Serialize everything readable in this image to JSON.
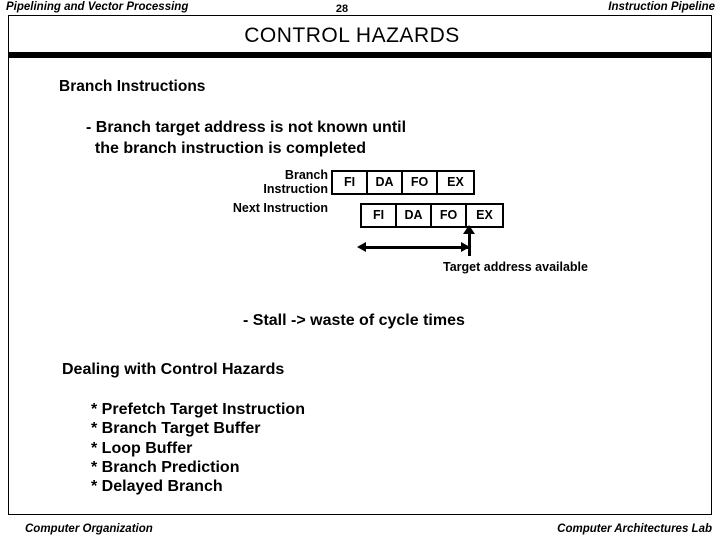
{
  "slide": {
    "header": {
      "left": "Pipelining and Vector Processing",
      "page_number": "28",
      "right": "Instruction Pipeline"
    },
    "title": "CONTROL  HAZARDS",
    "heading1": "Branch Instructions",
    "sub_point_1": "- Branch target address is not known until\n  the branch instruction is completed",
    "diagram": {
      "row1_label": "Branch\nInstruction",
      "row2_label": "Next\nInstruction",
      "row1_stages": [
        "FI",
        "DA",
        "FO",
        "EX"
      ],
      "row2_stages": [
        "FI",
        "DA",
        "FO",
        "EX"
      ],
      "annotation": "Target address available"
    },
    "sub_point_2": "- Stall -> waste of cycle times",
    "heading2": "Dealing with Control Hazards",
    "bullets": "* Prefetch Target Instruction\n* Branch Target Buffer\n* Loop Buffer\n* Branch Prediction\n* Delayed Branch",
    "footer": {
      "left": "Computer Organization",
      "right": "Computer Architectures Lab"
    },
    "colors": {
      "ink": "#000000",
      "background": "#ffffff"
    }
  }
}
